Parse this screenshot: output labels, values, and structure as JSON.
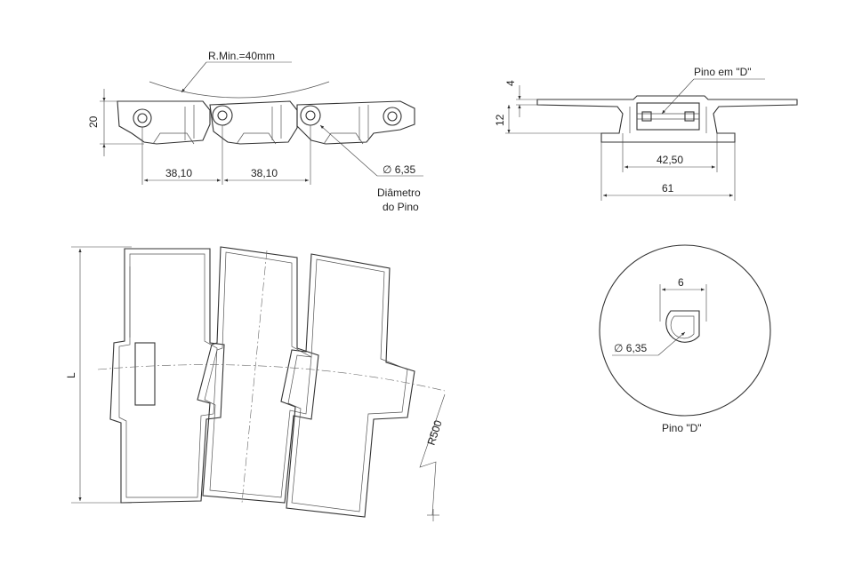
{
  "side_view": {
    "radius_label": "R.Min.=40mm",
    "height_label": "20",
    "pitch_label_1": "38,10",
    "pitch_label_2": "38,10",
    "pin_diameter_label": "∅ 6,35",
    "pin_caption_line1": "Diâmetro",
    "pin_caption_line2": "do Pino"
  },
  "front_view": {
    "pin_label": "Pino em \"D\"",
    "thickness_top_label": "4",
    "thickness_bottom_label": "12",
    "inner_width_label": "42,50",
    "total_width_label": "61"
  },
  "top_view": {
    "length_label": "L",
    "curve_radius_label": "R500"
  },
  "pin_detail": {
    "flat_width_label": "6",
    "diameter_label": "∅ 6,35",
    "caption": "Pino \"D\""
  }
}
